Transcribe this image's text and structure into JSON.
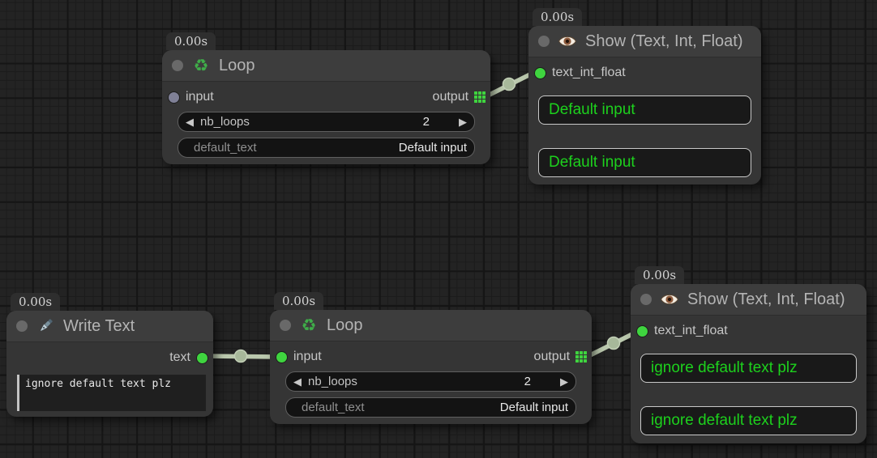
{
  "canvas": {
    "background": "#232323",
    "grid_minor_color": "#1b1b1b",
    "grid_major_color": "#151515"
  },
  "colors": {
    "node_background": "#353535",
    "header_background": "#3d3d3d",
    "link": "#bac8ad",
    "accent_green": "#3fd43f",
    "display_text_green": "#1dd11d",
    "disconnected_port": "#7f8096"
  },
  "icons": {
    "loop": "recycle-icon",
    "show": "eye-icon",
    "write": "pen-icon",
    "output_port": "grid-dots-icon"
  },
  "nodes": [
    {
      "id": "loop-top",
      "timer": "0.00s",
      "title": "Loop",
      "inputs": [
        {
          "label": "input",
          "connected": false
        }
      ],
      "outputs": [
        {
          "label": "output",
          "shape": "grid"
        }
      ],
      "widgets": [
        {
          "name": "nb_loops",
          "value": "2"
        },
        {
          "name": "default_text",
          "value": "Default input"
        }
      ]
    },
    {
      "id": "show-top",
      "timer": "0.00s",
      "title": "Show (Text, Int, Float)",
      "inputs": [
        {
          "label": "text_int_float",
          "connected": true
        }
      ],
      "display_boxes": [
        "Default input",
        "Default input"
      ]
    },
    {
      "id": "write-text",
      "timer": "0.00s",
      "title": "Write Text",
      "outputs": [
        {
          "label": "text",
          "shape": "dot"
        }
      ],
      "textarea_value": "ignore default text plz"
    },
    {
      "id": "loop-bottom",
      "timer": "0.00s",
      "title": "Loop",
      "inputs": [
        {
          "label": "input",
          "connected": true
        }
      ],
      "outputs": [
        {
          "label": "output",
          "shape": "grid"
        }
      ],
      "widgets": [
        {
          "name": "nb_loops",
          "value": "2"
        },
        {
          "name": "default_text",
          "value": "Default input"
        }
      ]
    },
    {
      "id": "show-bottom",
      "timer": "0.00s",
      "title": "Show (Text, Int, Float)",
      "inputs": [
        {
          "label": "text_int_float",
          "connected": true
        }
      ],
      "display_boxes": [
        "ignore default text plz",
        "ignore default text plz"
      ]
    }
  ],
  "ui": {
    "decrement_arrow": "◀",
    "increment_arrow": "▶",
    "recycle_glyph": "♻"
  }
}
